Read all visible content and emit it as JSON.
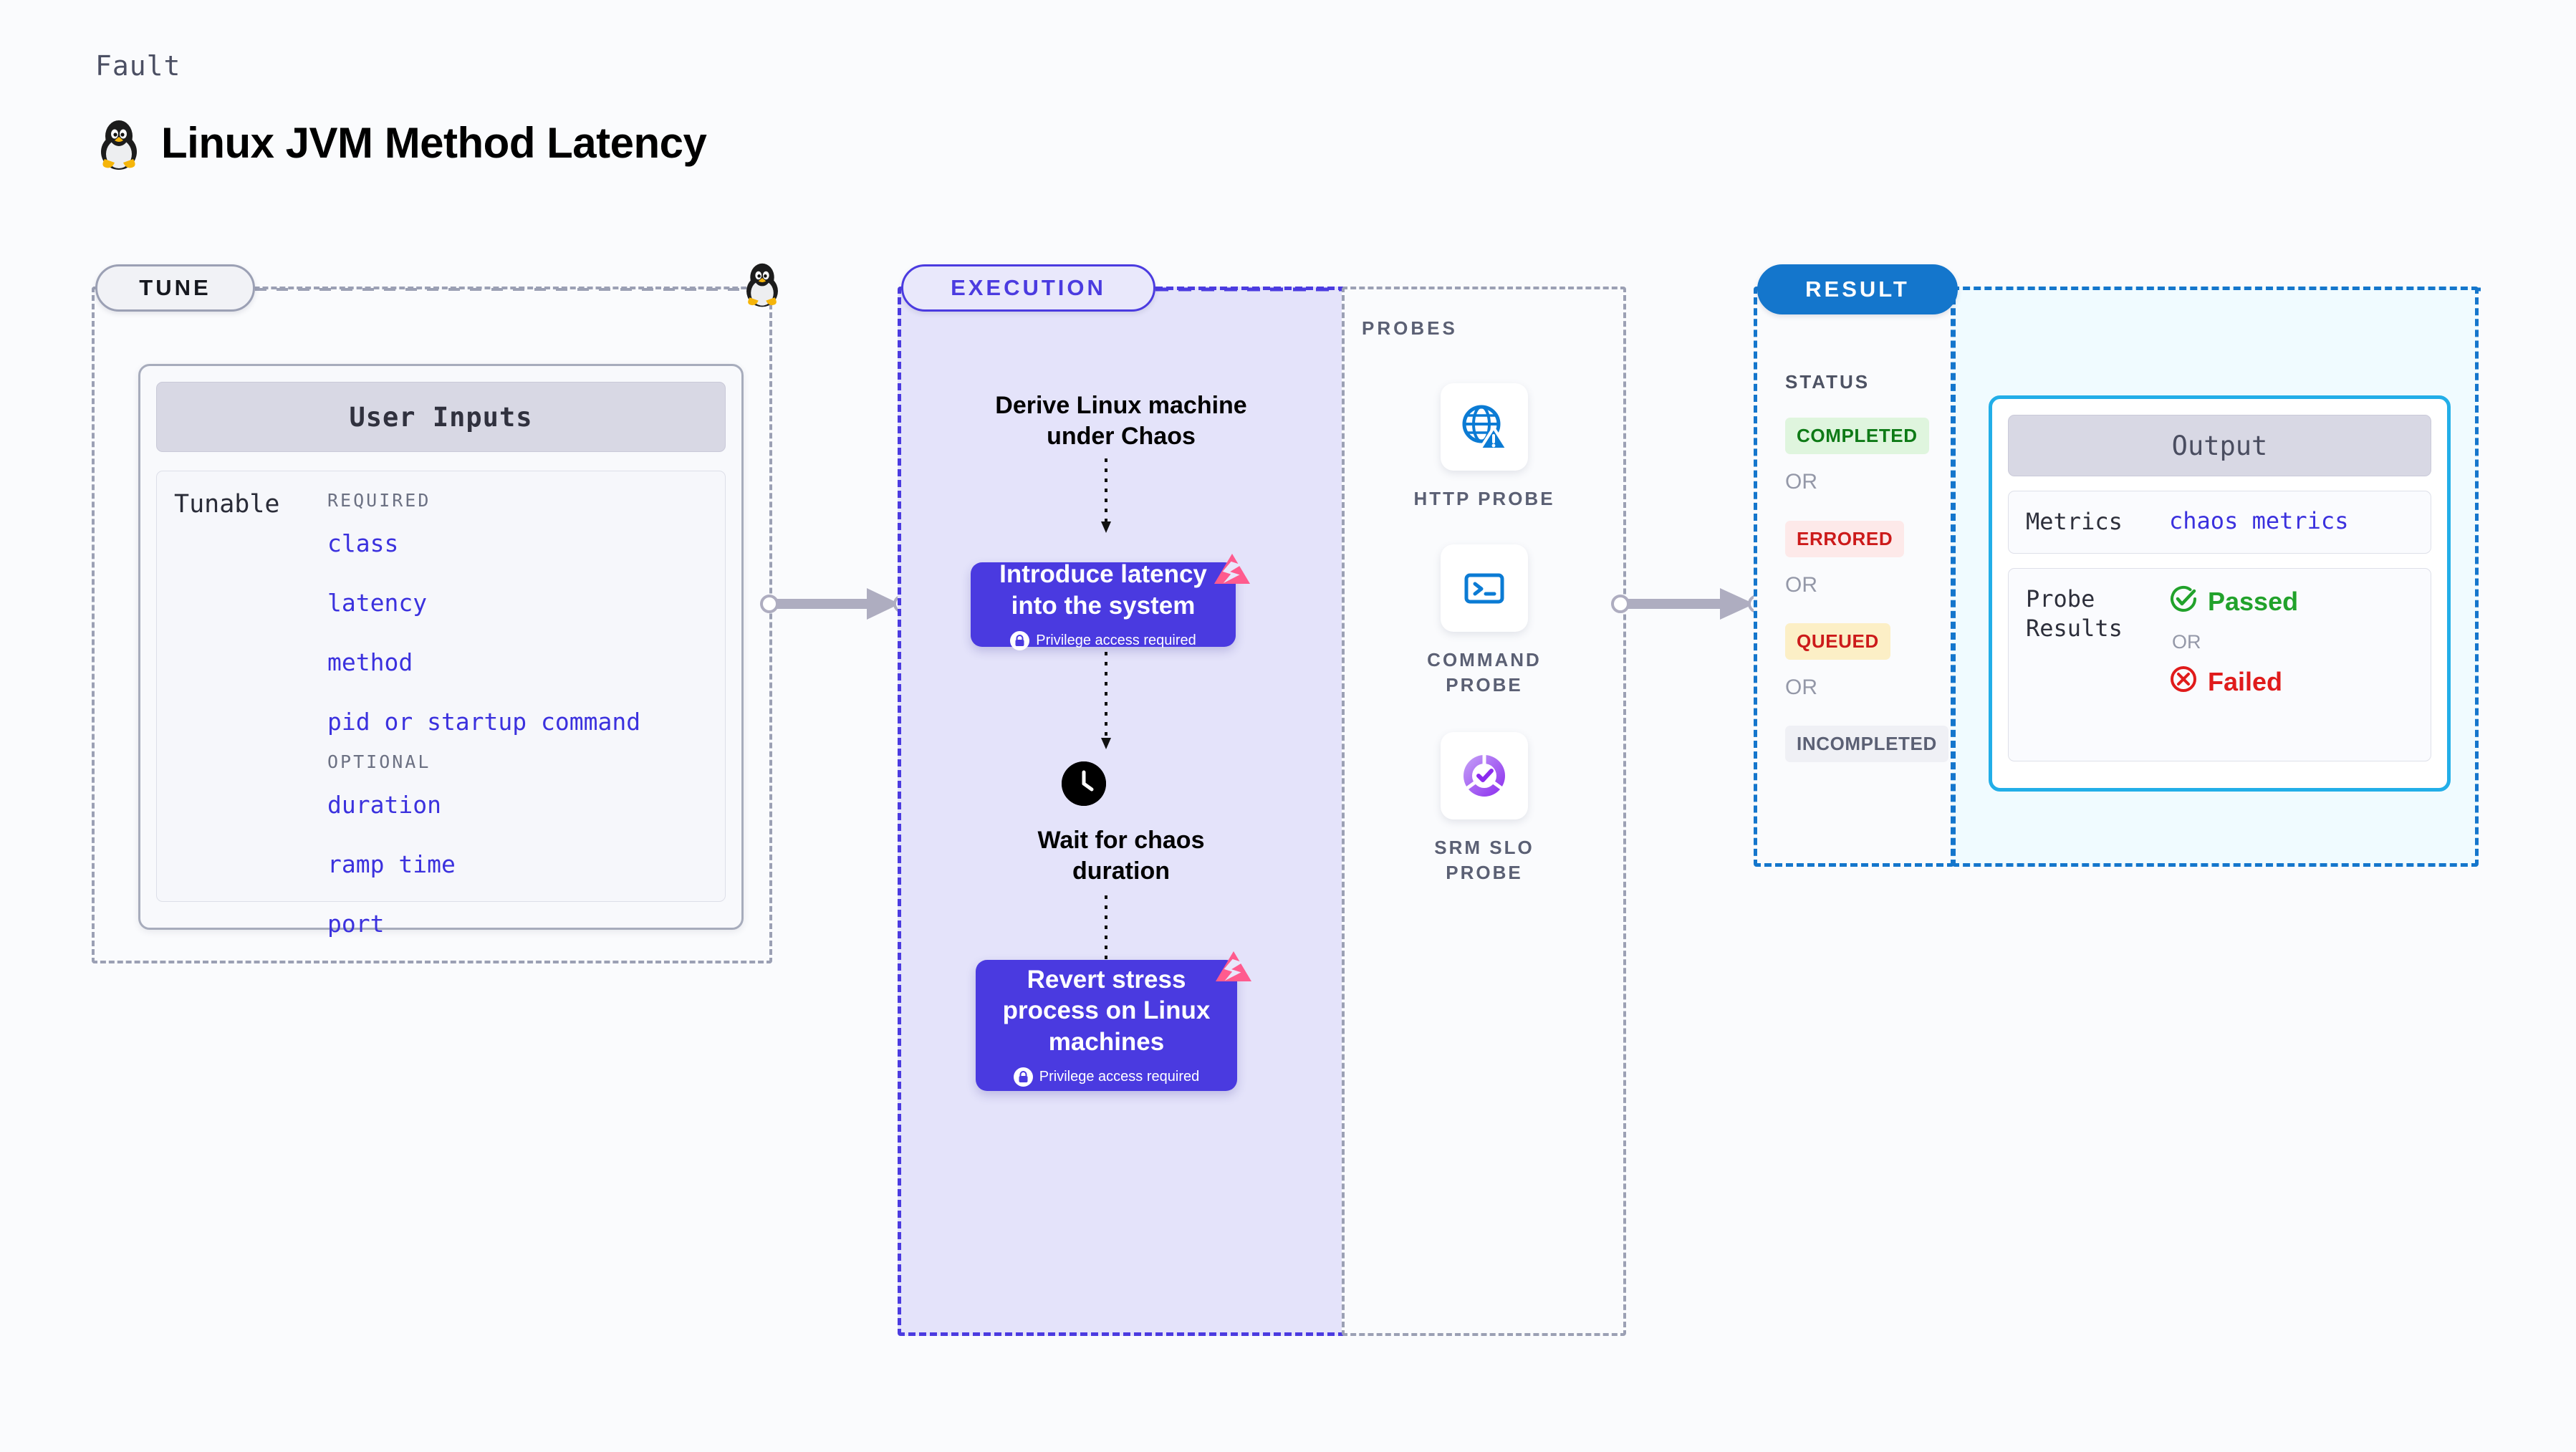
{
  "header": {
    "eyebrow": "Fault",
    "title": "Linux JVM Method Latency",
    "icon": "tux-penguin-icon"
  },
  "tune": {
    "pill_label": "TUNE",
    "penguin_icon": "tux-penguin-icon",
    "card": {
      "header": "User Inputs",
      "row_label": "Tunable",
      "groups": [
        {
          "title": "REQUIRED",
          "items": [
            "class",
            "latency",
            "method",
            "pid or startup command"
          ]
        },
        {
          "title": "OPTIONAL",
          "items": [
            "duration",
            "ramp time",
            "port"
          ]
        }
      ]
    }
  },
  "execution": {
    "pill_label": "EXECUTION",
    "steps": [
      {
        "type": "text",
        "label": "Derive Linux machine\nunder Chaos"
      },
      {
        "type": "card",
        "label": "Introduce latency\ninto the system",
        "note": "Privilege access required",
        "badge": "chaos-mark-icon",
        "lock_icon": "lock-icon"
      },
      {
        "type": "text",
        "label": "Wait for chaos\nduration",
        "icon": "clock-icon"
      },
      {
        "type": "card",
        "label": "Revert stress\nprocess on Linux\nmachines",
        "note": "Privilege access required",
        "badge": "chaos-mark-icon",
        "lock_icon": "lock-icon"
      }
    ]
  },
  "probes": {
    "title": "PROBES",
    "items": [
      {
        "label": "HTTP  PROBE",
        "icon": "globe-warning-icon"
      },
      {
        "label": "COMMAND\nPROBE",
        "icon": "terminal-icon"
      },
      {
        "label": "SRM  SLO\nPROBE",
        "icon": "slo-donut-check-icon"
      }
    ]
  },
  "result": {
    "pill_label": "RESULT",
    "status_title": "STATUS",
    "or_label": "OR",
    "statuses": [
      {
        "label": "COMPLETED",
        "text_color": "#0E7A16",
        "bg_color": "#DFF5DE"
      },
      {
        "label": "ERRORED",
        "text_color": "#CC1A1A",
        "bg_color": "#FDE9E9"
      },
      {
        "label": "QUEUED",
        "text_color": "#CC1A1A",
        "bg_color": "#FCEFC6"
      },
      {
        "label": "INCOMPLETED",
        "text_color": "#5B6074",
        "bg_color": "#EFF0F5"
      }
    ]
  },
  "output": {
    "header": "Output",
    "metrics_label": "Metrics",
    "metrics_value": "chaos metrics",
    "probe_results_label": "Probe\nResults",
    "or_label": "OR",
    "passed_label": "Passed",
    "failed_label": "Failed",
    "passed_icon": "check-circle-icon",
    "failed_icon": "x-circle-icon"
  },
  "colors": {
    "background": "#FAFBFD",
    "indigo": "#4A3AE0",
    "indigo_tint": "#E4E3FA",
    "blue": "#1476CC",
    "cyan": "#22AEE8",
    "cyan_tint": "#F0FBFF",
    "pink": "#FF5B8E",
    "gray_dash": "#9BA0B4",
    "arrow_gray": "#AEADC0",
    "green": "#21A22B",
    "red": "#E01B1B",
    "mono_blue": "#3B31DE"
  }
}
